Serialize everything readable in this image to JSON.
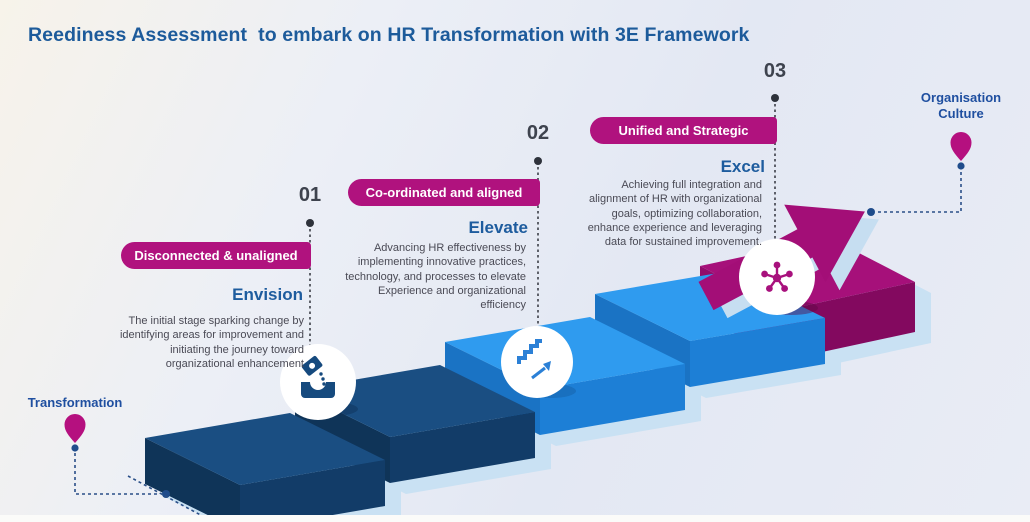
{
  "title": "Reediness Assessment  to embark on HR Transformation with 3E Framework",
  "stages": [
    {
      "number": "01",
      "badge": "Disconnected & unaligned",
      "heading": "Envision",
      "description": "The initial stage sparking change by identifying areas for improvement and initiating the journey toward organizational enhancement",
      "icon": "pour-box-icon"
    },
    {
      "number": "02",
      "badge": "Co-ordinated and aligned",
      "heading": "Elevate",
      "description": "Advancing HR effectiveness by implementing innovative practices, technology, and processes to elevate Experience and organizational efficiency",
      "icon": "stairs-up-icon"
    },
    {
      "number": "03",
      "badge": "Unified and Strategic",
      "heading": "Excel",
      "description": "Achieving full integration and alignment of HR with organizational goals, optimizing collaboration, enhance experience and leveraging data for sustained improvement.",
      "icon": "network-hub-icon"
    }
  ],
  "labels": {
    "left_pin": "Transformation",
    "right_pin": "Organisation Culture"
  },
  "colors": {
    "title": "#1d5b9b",
    "badge": "#b0127e",
    "heading": "#1e5c9e",
    "body_text": "#4a4a55",
    "navy_step": "#1a4e82",
    "blue_step": "#2f9bef",
    "magenta_step": "#a6107a",
    "step_shadow": "#c9e1f3",
    "pin": "#b5107f",
    "connector": "#2a4f88"
  }
}
